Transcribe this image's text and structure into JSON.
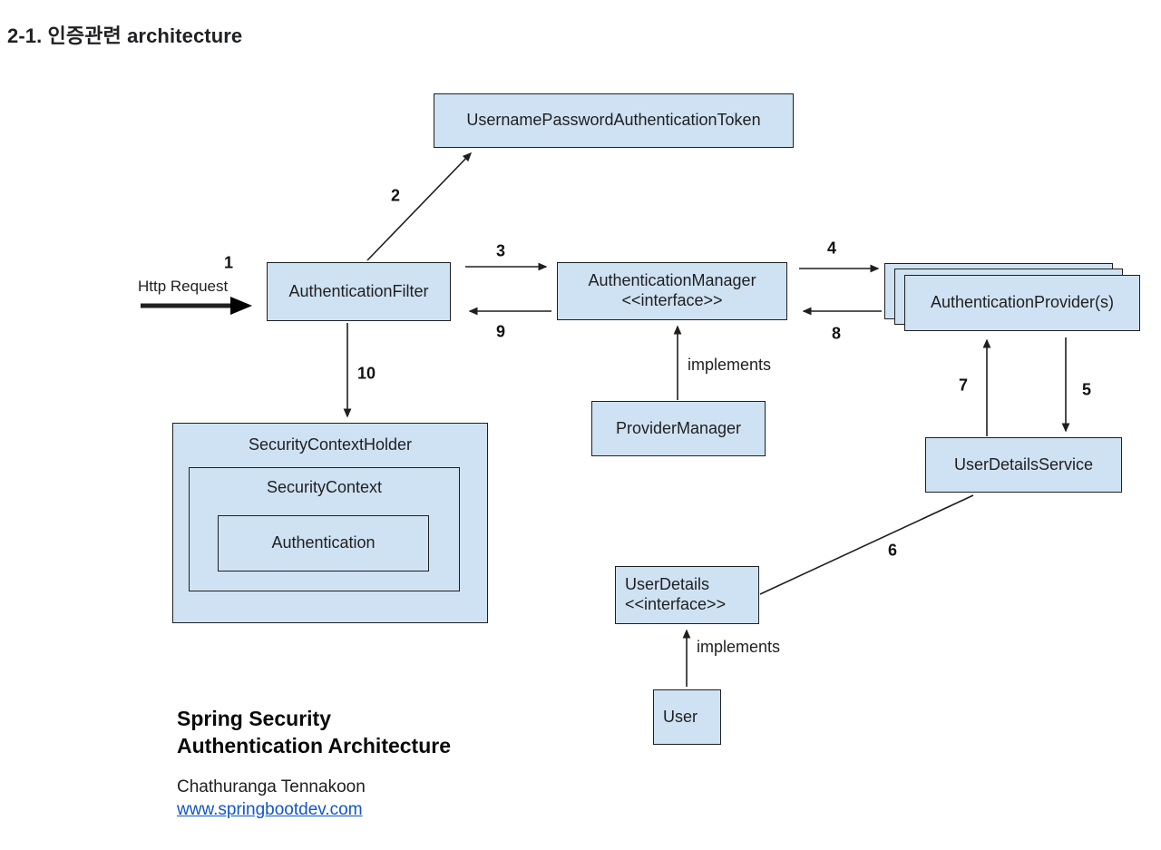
{
  "heading": "2-1. 인증관련 architecture",
  "nodes": {
    "token": {
      "label": "UsernamePasswordAuthenticationToken"
    },
    "filter": {
      "label": "AuthenticationFilter"
    },
    "manager": {
      "label": "AuthenticationManager",
      "stereotype": "<<interface>>"
    },
    "providers": {
      "label": "AuthenticationProvider(s)"
    },
    "provider_manager": {
      "label": "ProviderManager"
    },
    "security_context_holder": {
      "label": "SecurityContextHolder"
    },
    "security_context": {
      "label": "SecurityContext"
    },
    "authentication": {
      "label": "Authentication"
    },
    "user_details_service": {
      "label": "UserDetailsService"
    },
    "user_details": {
      "label": "UserDetails",
      "stereotype": "<<interface>>"
    },
    "user": {
      "label": "User"
    }
  },
  "edge_labels": {
    "step1": "1",
    "step2": "2",
    "step3": "3",
    "step4": "4",
    "step5": "5",
    "step6": "6",
    "step7": "7",
    "step8": "8",
    "step9": "9",
    "step10": "10",
    "http_request": "Http Request",
    "implements_provider_manager": "implements",
    "implements_user": "implements"
  },
  "footer": {
    "title_line1": "Spring Security",
    "title_line2": "Authentication Architecture",
    "author": "Chathuranga Tennakoon",
    "website": "www.springbootdev.com"
  },
  "colors": {
    "node_fill": "#cfe2f3",
    "node_border": "#1f1f1f",
    "arrow": "#1f1f1f",
    "link": "#1155cc"
  }
}
